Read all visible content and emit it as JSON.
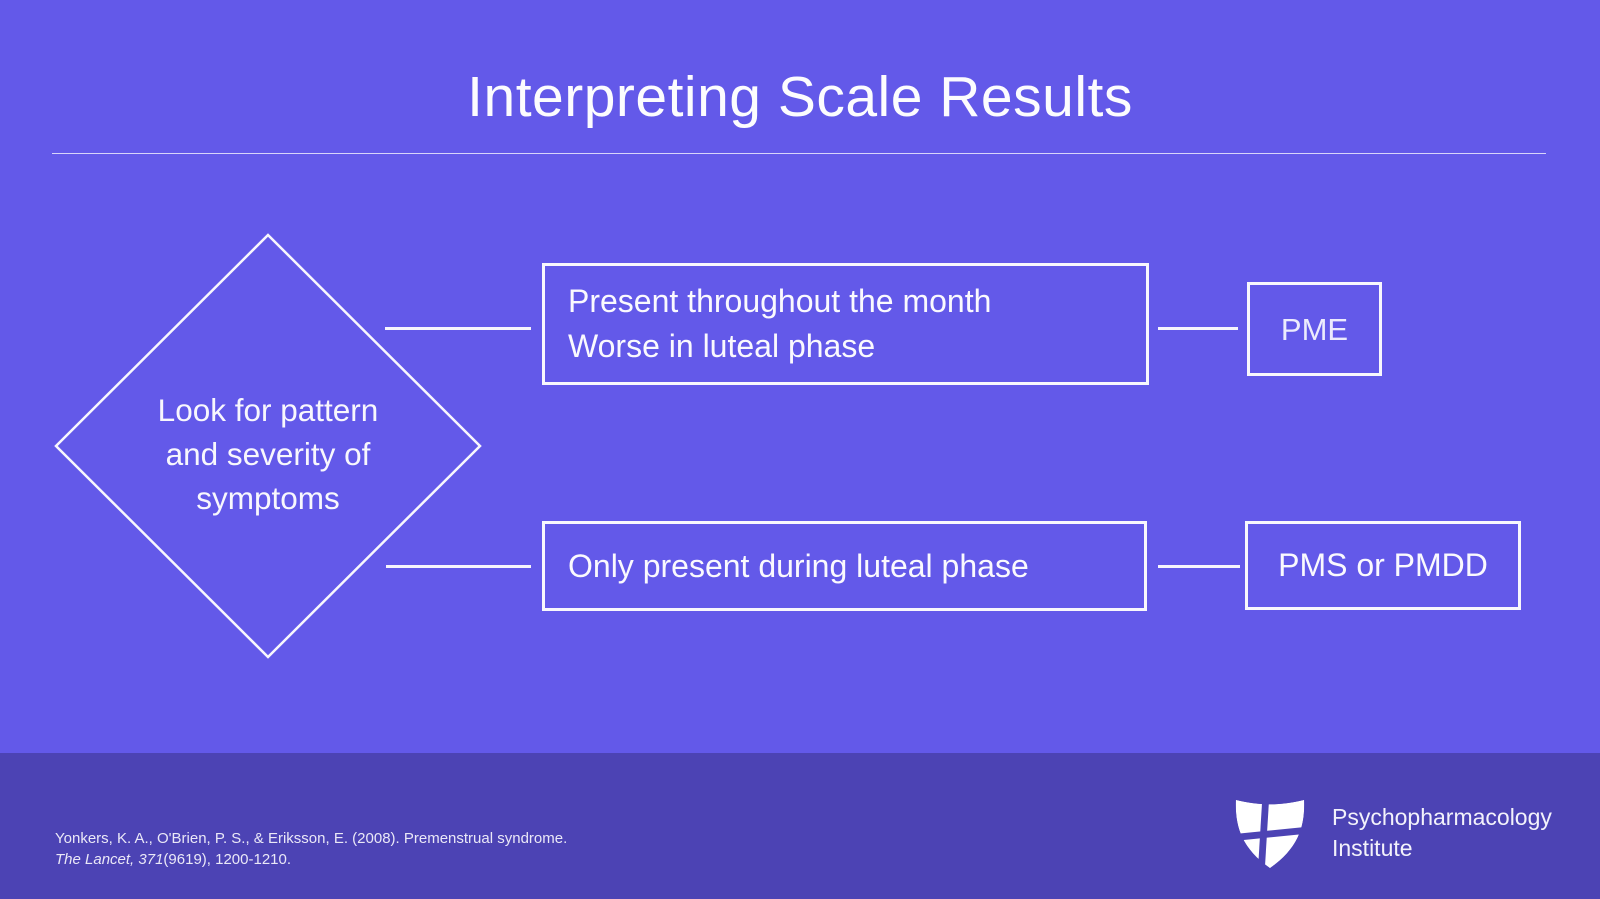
{
  "slide": {
    "title": "Interpreting Scale Results"
  },
  "colors": {
    "background": "#6359e9",
    "footer_background": "#4c43b4",
    "stroke_white": "#ffffff"
  },
  "flowchart": {
    "decision": {
      "lines": [
        "Look for pattern",
        "and severity of",
        "symptoms"
      ]
    },
    "top_branch": {
      "condition_lines": [
        "Present throughout the month",
        "Worse in luteal phase"
      ],
      "outcome": "PME"
    },
    "bottom_branch": {
      "condition_lines": [
        "Only present during luteal phase"
      ],
      "outcome": "PMS or PMDD"
    }
  },
  "footer": {
    "citation": {
      "line1": "Yonkers, K. A., O'Brien, P. S., & Eriksson, E. (2008). Premenstrual syndrome.",
      "line2_italic": "The Lancet, 371",
      "line2_regular": "(9619), 1200-1210."
    },
    "logo": {
      "icon": "shield-cross-icon",
      "line1": "Psychopharmacology",
      "line2": "Institute"
    }
  }
}
